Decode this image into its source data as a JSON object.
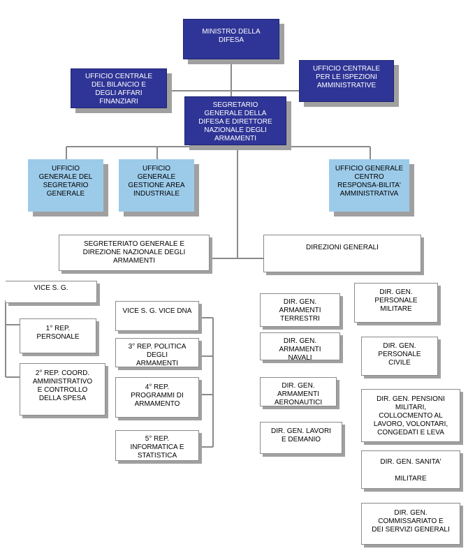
{
  "nodes": {
    "ministro": "MINISTRO DELLA\nDIFESA",
    "ufficio_bilancio": "UFFICIO CENTRALE\nDEL BILANCIO E\nDEGLI AFFARI\nFINANZIARI",
    "ufficio_ispezioni": "UFFICIO CENTRALE\nPER LE ISPEZIONI\nAMMINISTRATIVE",
    "segretario": "SEGRETARIO\nGENERALE DELLA\nDIFESA E DIRETTORE\nNAZIONALE DEGLI\nARMAMENTI",
    "ufficio_segretario": "UFFICIO\nGENERALE DEL\nSEGRETARIO\nGENERALE",
    "ufficio_industriale": "UFFICIO\nGENERALE\nGESTIONE AREA\nINDUSTRIALE",
    "ufficio_centro": "UFFICIO GENERALE\nCENTRO\nRESPONSA-BILITA'\nAMMINISTRATIVA",
    "segreteriato": "SEGRETERIATO GENERALE E\nDIREZIONE NAZIONALE DEGLI\nARMAMENTI",
    "direzioni": "DIREZIONI GENERALI",
    "vice_sg": "VICE S. G.",
    "rep1": "1° REP.\nPERSONALE",
    "rep2": "2° REP. COORD.\nAMMINISTRATIVO\nE CONTROLLO\nDELLA SPESA",
    "vice_dna": "VICE S. G. VICE DNA",
    "rep3": "3° REP. POLITICA\nDEGLI\nARMAMENTI",
    "rep4": "4° REP.\nPROGRAMMI DI\nARMAMENTO",
    "rep5": "5° REP.\nINFORMATICA E\nSTATISTICA",
    "dg_terrestri": "DIR. GEN.\nARMAMENTI\nTERRESTRI",
    "dg_navali": "DIR. GEN.\nARMAMENTI\nNAVALI",
    "dg_aeronautici": "DIR. GEN.\nARMAMENTI\nAERONAUTICI",
    "dg_lavori": "DIR. GEN. LAVORI\nE DEMANIO",
    "dg_pers_mil": "DIR. GEN.\nPERSONALE\nMILITARE",
    "dg_pers_civ": "DIR. GEN.\nPERSONALE\nCIVILE",
    "dg_pensioni": "DIR. GEN. PENSIONI\nMILITARI,\nCOLLOCMENTO AL\nLAVORO, VOLONTARI,\nCONGEDATI E LEVA",
    "dg_sanita": "DIR. GEN. SANITA'\n\nMILITARE",
    "dg_commissariato": "DIR. GEN.\nCOMMISSARIATO E\nDEI SERVIZI GENERALI"
  },
  "colors": {
    "navy": "#2f3596",
    "light_blue": "#9ccbea",
    "line": "#8a8a8a"
  }
}
